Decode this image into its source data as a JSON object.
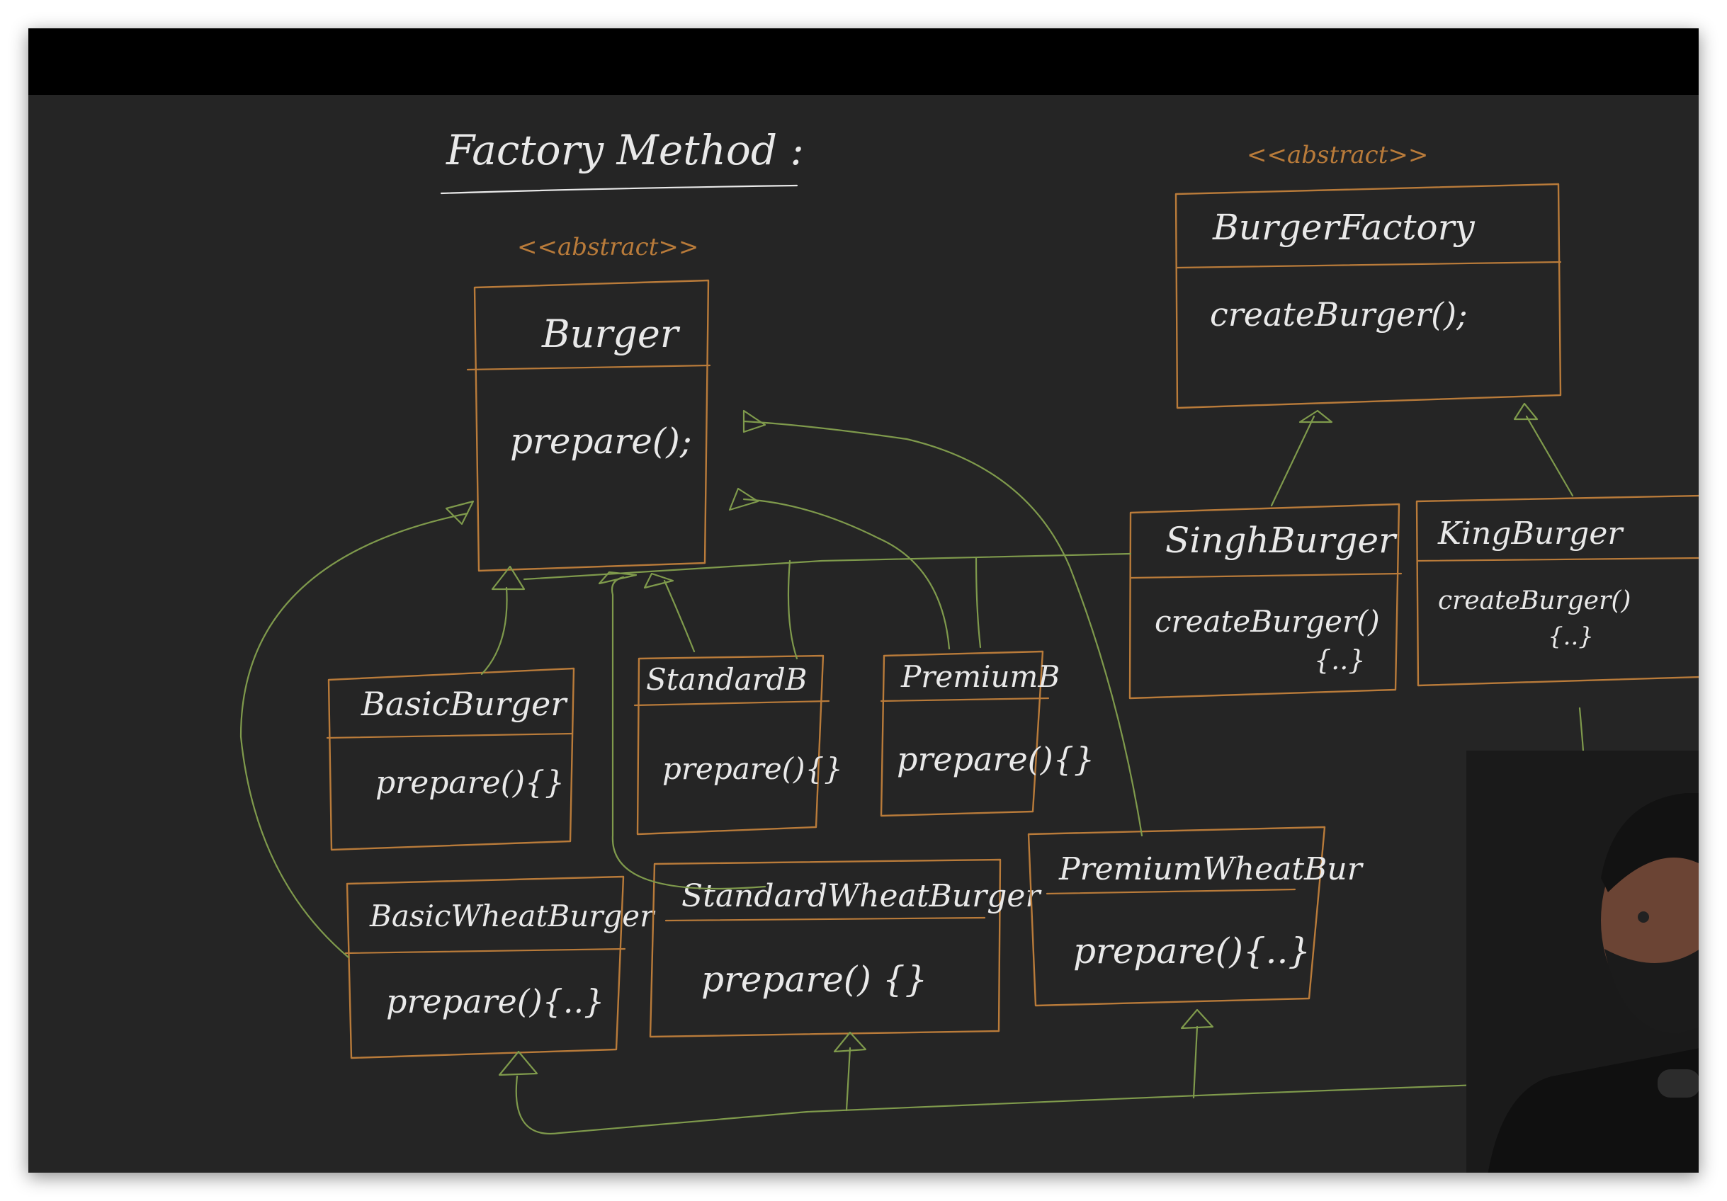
{
  "title": "Factory Method :",
  "colors": {
    "board": "#252525",
    "chalk": "#e9e9e9",
    "orange": "#b97b3a",
    "green": "#7f9a4c",
    "topbar": "#000000"
  },
  "stereotypes": {
    "burger": "<<abstract>>",
    "factory": "<<abstract>>"
  },
  "classes": {
    "burger": {
      "name": "Burger",
      "method": "prepare();"
    },
    "burger_factory": {
      "name": "BurgerFactory",
      "method": "createBurger();"
    },
    "singh_burger": {
      "name": "SinghBurger",
      "method": "createBurger()",
      "body": "{..}"
    },
    "king_burger": {
      "name": "KingBurger",
      "method": "createBurger()",
      "body": "{..}"
    },
    "basic_burger": {
      "name": "BasicBurger",
      "method": "prepare(){}"
    },
    "standard_burger": {
      "name": "StandardB",
      "method": "prepare(){}"
    },
    "premium_burger": {
      "name": "PremiumB",
      "method": "prepare(){}"
    },
    "basic_wheat_burger": {
      "name": "BasicWheatBurger",
      "method": "prepare(){..}"
    },
    "standard_wheat_burger": {
      "name": "StandardWheatBurger",
      "method": "prepare() {}"
    },
    "premium_wheat_burger": {
      "name": "PremiumWheatBur",
      "method": "prepare(){..}"
    }
  }
}
